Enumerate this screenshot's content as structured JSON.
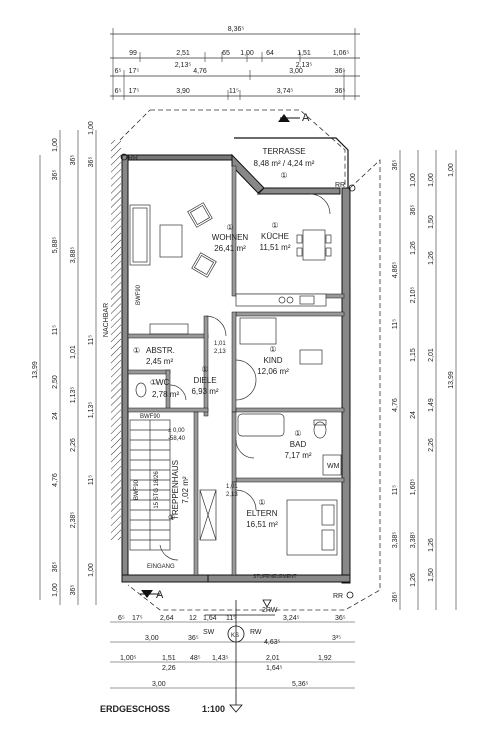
{
  "plan": {
    "title": "ERDGESCHOSS",
    "scale": "1:100",
    "section_marker": "A",
    "neighbor_label": "NACHBAR"
  },
  "rooms": {
    "terrasse": {
      "num": "①",
      "name": "TERRASSE",
      "area": "8,48 m² / 4,24 m²"
    },
    "wohnen": {
      "num": "①",
      "name": "WOHNEN",
      "area": "26,41 m²"
    },
    "kueche": {
      "num": "①",
      "name": "KÜCHE",
      "area": "11,51 m²"
    },
    "abstr": {
      "num": "①",
      "name": "ABSTR.",
      "area": "2,45 m²"
    },
    "kind": {
      "num": "①",
      "name": "KIND",
      "area": "12,06 m²"
    },
    "wc": {
      "num": "①",
      "name": "WC",
      "area": "2,78 m²"
    },
    "diele": {
      "num": "①",
      "name": "DIELE",
      "area": "6,93 m²"
    },
    "bad": {
      "num": "①",
      "name": "BAD",
      "area": "7,17 m²"
    },
    "treppenhaus": {
      "num": "①",
      "name": "TREPPENHAUS",
      "area": "7,02 m²"
    },
    "eltern": {
      "num": "①",
      "name": "ELTERN",
      "area": "16,51 m²"
    }
  },
  "labels": {
    "rr": "RR",
    "eingang": "EINGANG",
    "sw": "SW",
    "rw": "RW",
    "ks": "KS",
    "rw2": "2RW",
    "wm": "WM",
    "stg": "15 STG 18/26",
    "bwf": "BWF90",
    "level_top": "± 0,00",
    "level_bottom": "-58,40",
    "stufen": "STUFENELEMENT",
    "d1": "1,01",
    "d2": "2,13",
    "d3": "1,01",
    "d4": "2,13"
  },
  "dims_top": {
    "row1": [
      "8,36⁵"
    ],
    "row2": [
      "99",
      "2,51",
      "65",
      "1,00",
      "64",
      "1,51",
      "1,06⁵"
    ],
    "row2b": [
      "2,13⁵",
      "2,13⁵"
    ],
    "row3": [
      "6⁵",
      "17⁵",
      "4,76",
      "3,00",
      "36⁵"
    ],
    "row4": [
      "6⁵",
      "17⁵",
      "3,90",
      "11⁵",
      "3,74⁵",
      "36⁵"
    ]
  },
  "dims_bottom": {
    "row1": [
      "6⁵",
      "17⁵",
      "2,64",
      "12",
      "1,64",
      "11⁵",
      "3,24⁵",
      "36⁵"
    ],
    "row2": [
      "3,00",
      "36⁵",
      "4,63⁵",
      "3³⁵"
    ],
    "row3": [
      "1,00⁵",
      "1,51",
      "48⁵",
      "1,43⁵",
      "2,01",
      "1,92"
    ],
    "row3b": [
      "2,26",
      "1,64⁵"
    ],
    "row4": [
      "3,00",
      "5,36⁵"
    ]
  },
  "dims_left": {
    "outer": [
      "13,99"
    ],
    "col1": [
      "1,00",
      "36⁵",
      "5,88⁵",
      "11⁵",
      "2,50",
      "24",
      "4,76",
      "36⁵",
      "1,00"
    ],
    "col2": [
      "36⁵",
      "3,88⁵",
      "1,01",
      "1,13⁵",
      "2,26",
      "2,38⁵",
      "36⁵"
    ],
    "col3": [
      "1,00",
      "36⁵",
      "11⁵",
      "1,13⁵",
      "11⁵",
      "1,00"
    ]
  },
  "dims_right": {
    "outer": [
      "13,99"
    ],
    "col1": [
      "36⁵",
      "4,86⁵",
      "11⁵",
      "4,76",
      "11⁵",
      "3,38⁵",
      "36⁵"
    ],
    "col2": [
      "1,00",
      "36⁵",
      "1,26",
      "2,10⁵",
      "1,15",
      "24",
      "1,60⁵",
      "3,38⁵",
      "1,26"
    ],
    "col3": [
      "1,00",
      "1,50",
      "1,26",
      "2,01",
      "1,49",
      "2,26",
      "1,26",
      "1,50"
    ]
  }
}
